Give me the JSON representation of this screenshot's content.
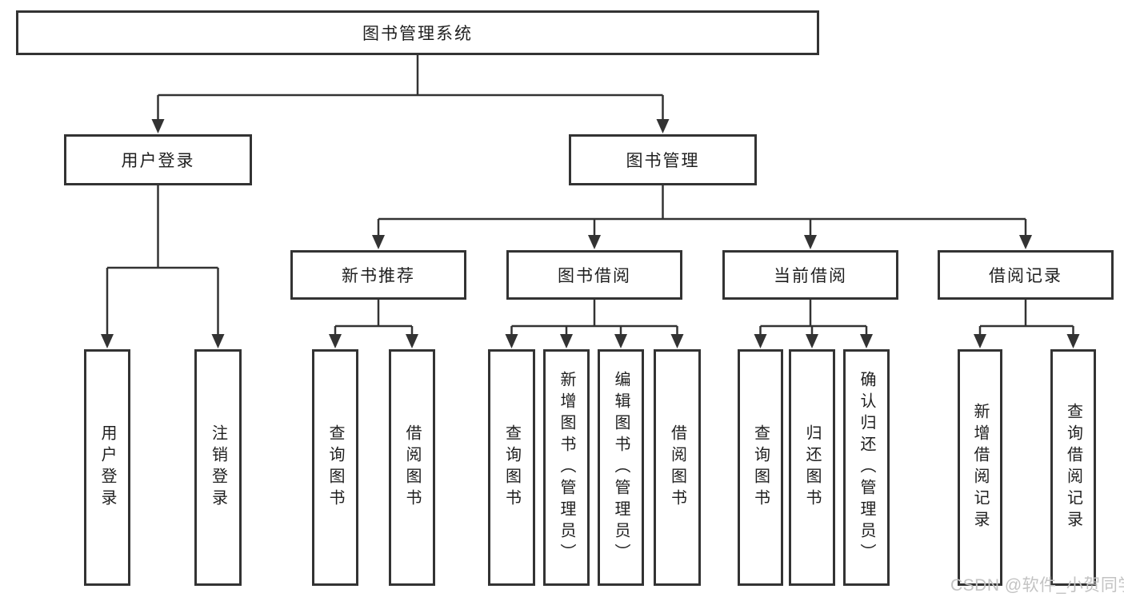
{
  "diagram": {
    "root": {
      "label": "图书管理系统"
    },
    "level2": [
      {
        "label": "用户登录"
      },
      {
        "label": "图书管理"
      }
    ],
    "level3": [
      {
        "label": "新书推荐",
        "parent": "图书管理"
      },
      {
        "label": "图书借阅",
        "parent": "图书管理"
      },
      {
        "label": "当前借阅",
        "parent": "图书管理"
      },
      {
        "label": "借阅记录",
        "parent": "图书管理"
      }
    ],
    "leaves": {
      "user_login": [
        "用户登录",
        "注销登录"
      ],
      "new_book_rec": [
        "查询图书",
        "借阅图书"
      ],
      "book_borrow": [
        "查询图书",
        "新增图书（管理员）",
        "编辑图书（管理员）",
        "借阅图书"
      ],
      "current_borrow": [
        "查询图书",
        "归还图书",
        "确认归还（管理员）"
      ],
      "borrow_records": [
        "新增借阅记录",
        "查询借阅记录"
      ]
    }
  },
  "watermark": {
    "text": "CSDN @软件_小贺同学"
  },
  "colors": {
    "line": "#333333",
    "box_border": "#333333",
    "text": "#1f1f1f",
    "watermark": "#c3c3c3",
    "background": "#ffffff"
  }
}
